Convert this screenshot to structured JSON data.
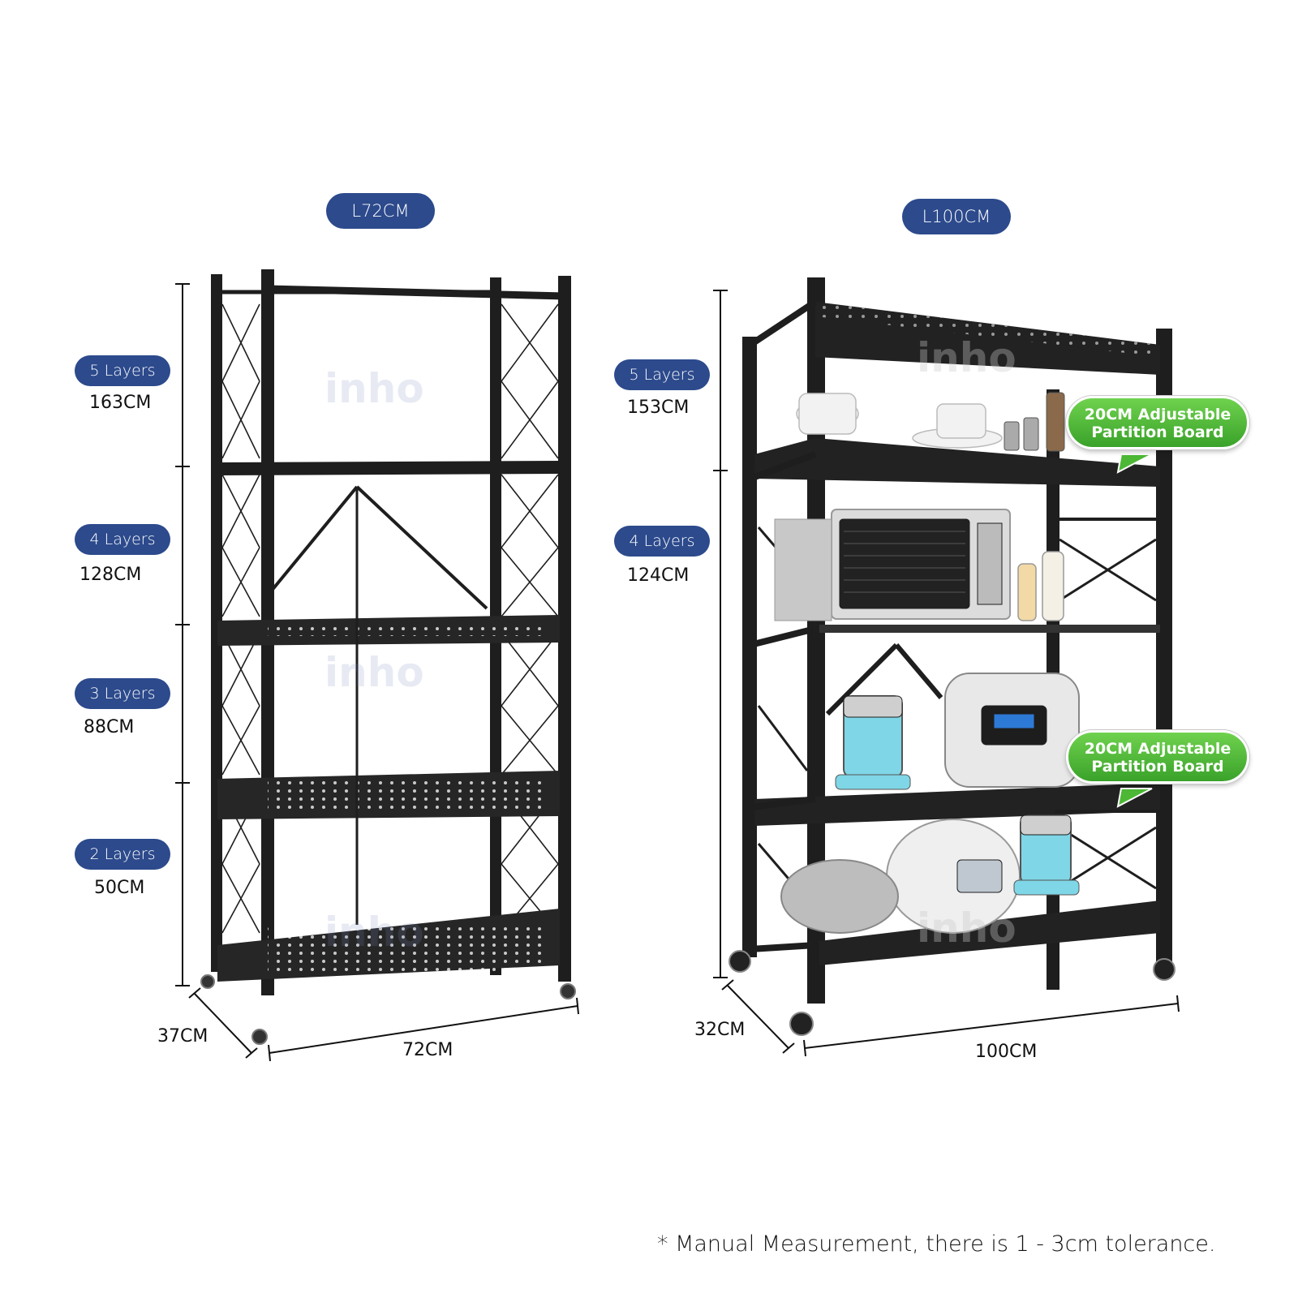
{
  "products": [
    {
      "title": "L72CM",
      "layers": [
        {
          "label": "5 Layers",
          "height": "163CM"
        },
        {
          "label": "4 Layers",
          "height": "128CM"
        },
        {
          "label": "3 Layers",
          "height": "88CM"
        },
        {
          "label": "2 Layers",
          "height": "50CM"
        }
      ],
      "depth": "37CM",
      "width": "72CM"
    },
    {
      "title": "L100CM",
      "layers": [
        {
          "label": "5 Layers",
          "height": "153CM"
        },
        {
          "label": "4 Layers",
          "height": "124CM"
        }
      ],
      "depth": "32CM",
      "width": "100CM"
    }
  ],
  "callouts": [
    {
      "line1": "20CM Adjustable",
      "line2": "Partition Board"
    },
    {
      "line1": "20CM Adjustable",
      "line2": "Partition Board"
    }
  ],
  "watermark": "inho",
  "note": "* Manual Measurement, there is 1 - 3cm tolerance.",
  "colors": {
    "pill": "#2c4a8c",
    "callout": "#4cb835",
    "rack": "#1e1e1e"
  }
}
